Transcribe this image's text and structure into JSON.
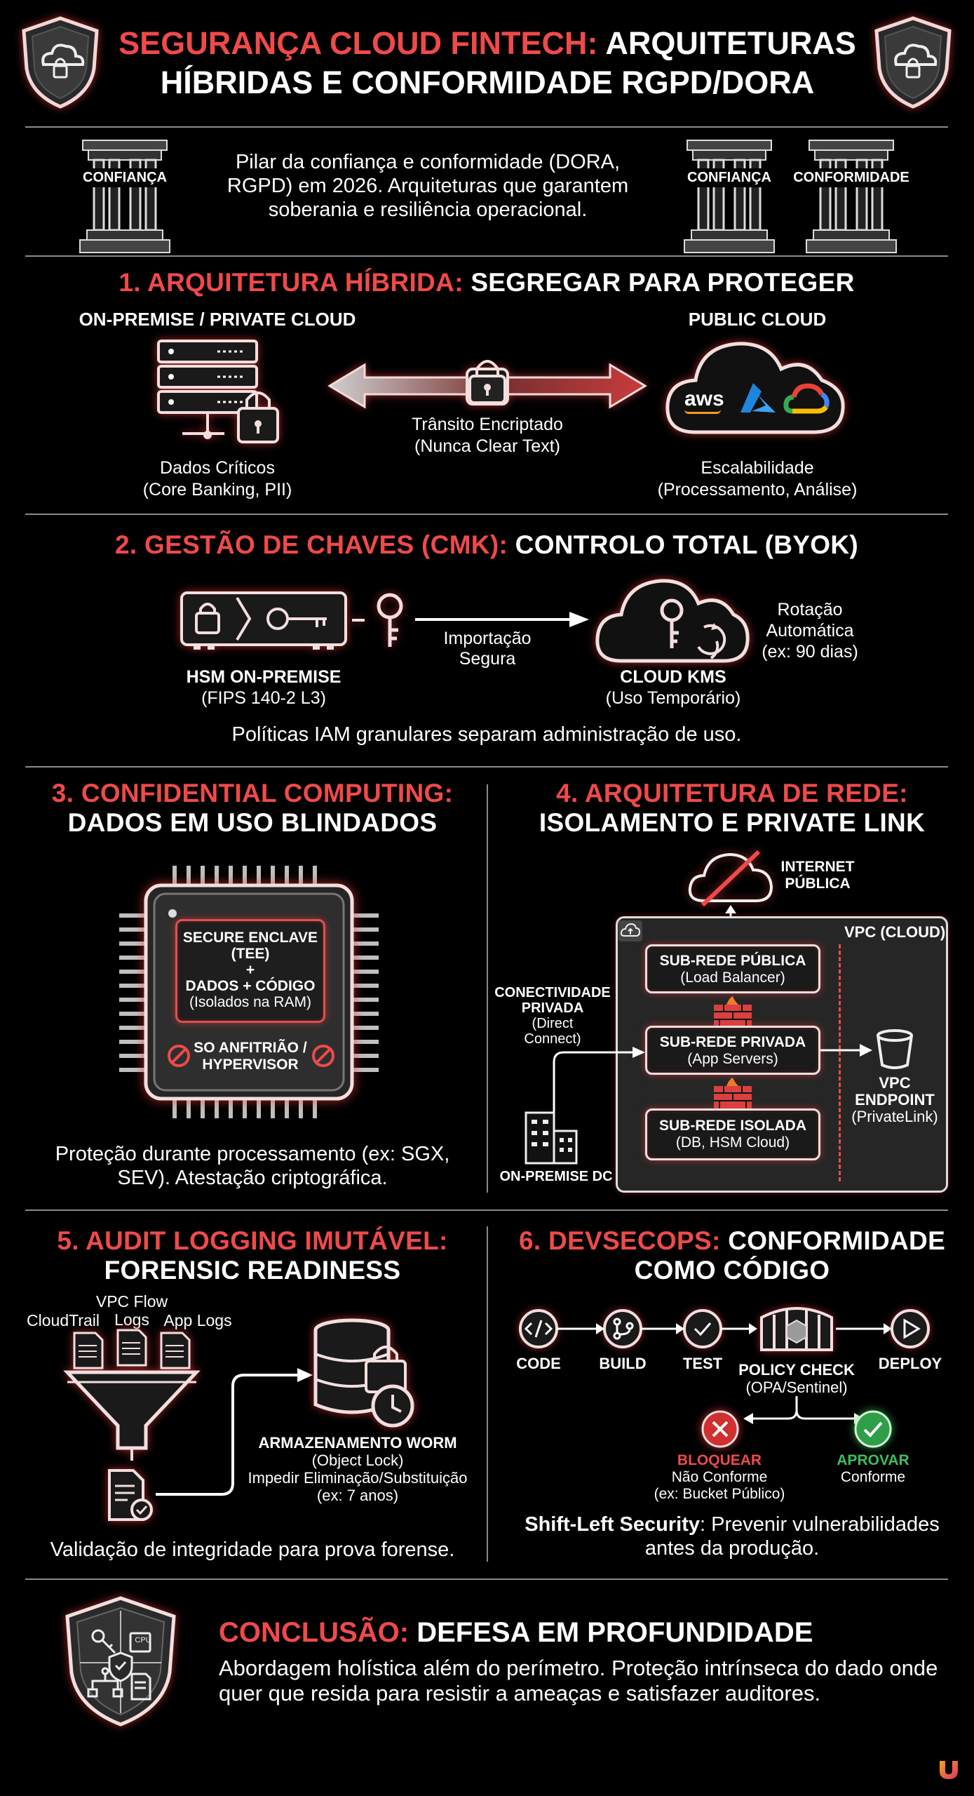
{
  "header": {
    "title_red": "SEGURANÇA CLOUD FINTECH:",
    "title_white_1": "ARQUITETURAS",
    "title_white_2": "HÍBRIDAS E CONFORMIDADE RGPD/DORA"
  },
  "intro": {
    "pillar_left": "CONFIANÇA",
    "pillar_right_1": "CONFIANÇA",
    "pillar_right_2": "CONFORMIDADE",
    "line1": "Pilar da confiança e conformidade (DORA,",
    "line2": "RGPD) em 2026. Arquiteturas que garantem",
    "line3": "soberania e resiliência operacional."
  },
  "s1": {
    "title_red": "1. ARQUITETURA HÍBRIDA:",
    "title_white": "SEGREGAR PARA PROTEGER",
    "left_head": "ON-PREMISE / PRIVATE CLOUD",
    "right_head": "PUBLIC CLOUD",
    "arrow_1": "Trânsito Encriptado",
    "arrow_2": "(Nunca Clear Text)",
    "left_1": "Dados Críticos",
    "left_2": "(Core Banking, PII)",
    "right_1": "Escalabilidade",
    "right_2": "(Processamento, Análise)",
    "aws": "aws"
  },
  "s2": {
    "title_red": "2. GESTÃO DE CHAVES (CMK):",
    "title_white": "CONTROLO TOTAL (BYOK)",
    "hsm_1": "HSM ON-PREMISE",
    "hsm_2": "(FIPS 140-2 L3)",
    "imp_1": "Importação",
    "imp_2": "Segura",
    "kms_1": "CLOUD KMS",
    "kms_2": "(Uso Temporário)",
    "rot_1": "Rotação",
    "rot_2": "Automática",
    "rot_3": "(ex: 90 dias)",
    "footer": "Políticas IAM granulares separam administração de uso."
  },
  "s3": {
    "title_red": "3. CONFIDENTIAL COMPUTING:",
    "title_white": "DADOS EM USO BLINDADOS",
    "enclave_1": "SECURE ENCLAVE",
    "enclave_2": "(TEE)",
    "enclave_3": "+",
    "enclave_4": "DADOS + CÓDIGO",
    "enclave_5": "(Isolados na RAM)",
    "host_1": "SO ANFITRIÃO /",
    "host_2": "HYPERVISOR",
    "footer_1": "Proteção durante processamento (ex: SGX,",
    "footer_2": "SEV). Atestação criptográfica."
  },
  "s4": {
    "title_red": "4. ARQUITETURA DE REDE:",
    "title_white": "ISOLAMENTO E PRIVATE LINK",
    "internet_1": "INTERNET",
    "internet_2": "PÚBLICA",
    "vpc": "VPC (CLOUD)",
    "pub_1": "SUB-REDE PÚBLICA",
    "pub_2": "(Load Balancer)",
    "priv_1": "SUB-REDE PRIVADA",
    "priv_2": "(App Servers)",
    "iso_1": "SUB-REDE ISOLADA",
    "iso_2": "(DB, HSM Cloud)",
    "conn_1": "CONECTIVIDADE",
    "conn_2": "PRIVADA",
    "conn_3": "(Direct",
    "conn_4": "Connect)",
    "onprem": "ON-PREMISE DC",
    "endpoint_1": "VPC",
    "endpoint_2": "ENDPOINT",
    "endpoint_3": "(PrivateLink)"
  },
  "s5": {
    "title_red": "5. AUDIT LOGGING IMUTÁVEL:",
    "title_white": "FORENSIC READINESS",
    "src_1": "CloudTrail",
    "src_2a": "VPC Flow",
    "src_2b": "Logs",
    "src_3": "App Logs",
    "worm_1": "ARMAZENAMENTO WORM",
    "worm_2": "(Object Lock)",
    "worm_3": "Impedir Eliminação/Substituição",
    "worm_4": "(ex: 7 anos)",
    "footer": "Validação de integridade para prova forense."
  },
  "s6": {
    "title_red": "6. DEVSECOPS:",
    "title_white_1": "CONFORMIDADE",
    "title_white_2": "COMO CÓDIGO",
    "steps": [
      "CODE",
      "BUILD",
      "TEST",
      "POLICY CHECK",
      "DEPLOY"
    ],
    "policy_sub": "(OPA/Sentinel)",
    "block_1": "BLOQUEAR",
    "block_2": "Não Conforme",
    "block_3": "(ex: Bucket Público)",
    "approve_1": "APROVAR",
    "approve_2": "Conforme",
    "footer_bold": "Shift-Left Security",
    "footer_rest": ": Prevenir vulnerabilidades",
    "footer_2": "antes da produção."
  },
  "conclusion": {
    "title_red": "CONCLUSÃO:",
    "title_white": "DEFESA EM PROFUNDIDADE",
    "line1": "Abordagem holística além do perímetro. Proteção intrínseca do dado onde",
    "line2": "quer que resida para resistir a ameaças e satisfazer auditores.",
    "cpu_label": "CPU"
  },
  "colors": {
    "accent_red": "#ef4a4a",
    "approve_green": "#3fbf5a",
    "background": "#000000"
  }
}
